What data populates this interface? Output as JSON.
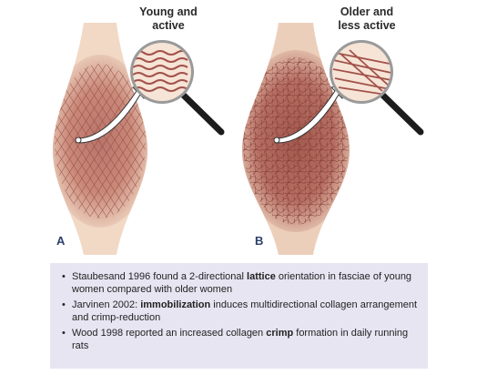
{
  "panels": [
    {
      "letter": "A",
      "caption_line1": "Young and",
      "caption_line2": "active"
    },
    {
      "letter": "B",
      "caption_line1": "Older and",
      "caption_line2": "less active"
    }
  ],
  "notes": [
    {
      "before": "Staubesand 1996 found a 2-directional ",
      "bold": "lattice",
      "after": " orientation in fasciae of young women compared with older women"
    },
    {
      "before": "Jarvinen 2002: ",
      "bold": "immobilization",
      "after": " induces multidirectional collagen arrangement and crimp-reduction"
    },
    {
      "before": "Wood 1998 reported an increased collagen ",
      "bold": "crimp",
      "after": " formation in daily running rats"
    }
  ],
  "colors": {
    "tissue_light": "#f1d9c6",
    "tissue_mid": "#c98979",
    "tissue_dark": "#a25a4e",
    "fiber": "#8e3f39",
    "magnifier_handle": "#1c1c1c",
    "magnifier_rim": "#9a9a9a",
    "notes_background": "#e7e5f2"
  },
  "icons": [
    "magnifying-glass-icon",
    "callout-arrow-icon"
  ]
}
